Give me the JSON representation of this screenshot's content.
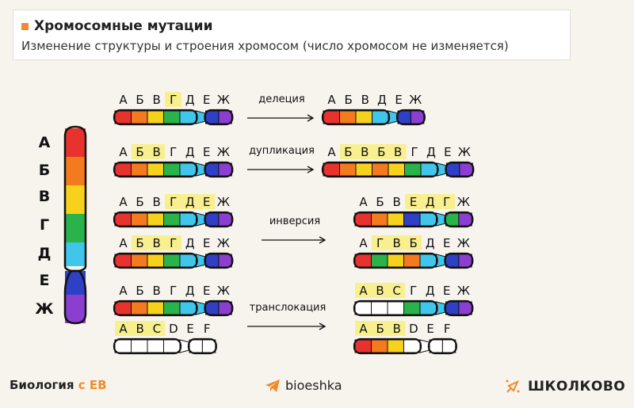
{
  "header": {
    "title": "Хромосомные мутации",
    "subtitle": "Изменение структуры и строения хромосом (число хромосом не изменяется)"
  },
  "colors": {
    "red": "#e8322e",
    "orange": "#f47a1f",
    "yellow": "#f6d21c",
    "green": "#29b34a",
    "cyan": "#3fc6ea",
    "blue": "#2f3fc6",
    "purple": "#8a3fd1",
    "white": "#ffffff",
    "highlight": "#f8ef8f",
    "accent": "#f08a2c"
  },
  "big_chromosome": {
    "labels": [
      "А",
      "Б",
      "В",
      "Г",
      "Д",
      "Е",
      "Ж"
    ]
  },
  "mutations": [
    {
      "name": "делеция",
      "before": [
        {
          "letters": [
            "А",
            "Б",
            "В",
            "Г",
            "Д",
            "Е",
            "Ж"
          ],
          "highlight": [
            3
          ],
          "colors": [
            "red",
            "orange",
            "yellow",
            "green",
            "cyan",
            "blue",
            "purple"
          ]
        }
      ],
      "after": [
        {
          "letters": [
            "А",
            "Б",
            "В",
            "Д",
            "Е",
            "Ж"
          ],
          "highlight": [],
          "colors": [
            "red",
            "orange",
            "yellow",
            "cyan",
            "blue",
            "purple"
          ]
        }
      ]
    },
    {
      "name": "дупликация",
      "before": [
        {
          "letters": [
            "А",
            "Б",
            "В",
            "Г",
            "Д",
            "Е",
            "Ж"
          ],
          "highlight": [
            1,
            2
          ],
          "colors": [
            "red",
            "orange",
            "yellow",
            "green",
            "cyan",
            "blue",
            "purple"
          ]
        }
      ],
      "after": [
        {
          "letters": [
            "А",
            "Б",
            "В",
            "Б",
            "В",
            "Г",
            "Д",
            "Е",
            "Ж"
          ],
          "highlight": [
            1,
            2,
            3,
            4
          ],
          "colors": [
            "red",
            "orange",
            "yellow",
            "orange",
            "yellow",
            "green",
            "cyan",
            "blue",
            "purple"
          ]
        }
      ]
    },
    {
      "name": "инверсия",
      "before": [
        {
          "letters": [
            "А",
            "Б",
            "В",
            "Г",
            "Д",
            "Е",
            "Ж"
          ],
          "highlight": [
            3,
            4,
            5
          ],
          "colors": [
            "red",
            "orange",
            "yellow",
            "green",
            "cyan",
            "blue",
            "purple"
          ]
        },
        {
          "letters": [
            "А",
            "Б",
            "В",
            "Г",
            "Д",
            "Е",
            "Ж"
          ],
          "highlight": [
            1,
            2,
            3
          ],
          "colors": [
            "red",
            "orange",
            "yellow",
            "green",
            "cyan",
            "blue",
            "purple"
          ]
        }
      ],
      "after": [
        {
          "letters": [
            "А",
            "Б",
            "В",
            "Е",
            "Д",
            "Г",
            "Ж"
          ],
          "highlight": [
            3,
            4,
            5
          ],
          "colors": [
            "red",
            "orange",
            "yellow",
            "blue",
            "cyan",
            "green",
            "purple"
          ]
        },
        {
          "letters": [
            "А",
            "Г",
            "В",
            "Б",
            "Д",
            "Е",
            "Ж"
          ],
          "highlight": [
            1,
            2,
            3
          ],
          "colors": [
            "red",
            "green",
            "yellow",
            "orange",
            "cyan",
            "blue",
            "purple"
          ]
        }
      ]
    },
    {
      "name": "транслокация",
      "before": [
        {
          "letters": [
            "А",
            "Б",
            "В",
            "Г",
            "Д",
            "Е",
            "Ж"
          ],
          "highlight": [],
          "colors": [
            "red",
            "orange",
            "yellow",
            "green",
            "cyan",
            "blue",
            "purple"
          ]
        },
        {
          "letters": [
            "A",
            "B",
            "C",
            "D",
            "E",
            "F"
          ],
          "highlight": [
            0,
            1,
            2
          ],
          "colors": [
            "white",
            "white",
            "white",
            "white",
            "white",
            "white"
          ]
        }
      ],
      "after": [
        {
          "letters": [
            "A",
            "B",
            "C",
            "Г",
            "Д",
            "Е",
            "Ж"
          ],
          "highlight": [
            0,
            1,
            2
          ],
          "colors": [
            "white",
            "white",
            "white",
            "green",
            "cyan",
            "blue",
            "purple"
          ]
        },
        {
          "letters": [
            "А",
            "Б",
            "В",
            "D",
            "E",
            "F"
          ],
          "highlight": [
            0,
            1,
            2
          ],
          "colors": [
            "red",
            "orange",
            "yellow",
            "white",
            "white",
            "white"
          ]
        }
      ]
    }
  ],
  "footer": {
    "left_prefix": "Биология",
    "left_accent": "с ЕВ",
    "middle": "bioeshka",
    "right": "ШКОЛКОВО"
  }
}
